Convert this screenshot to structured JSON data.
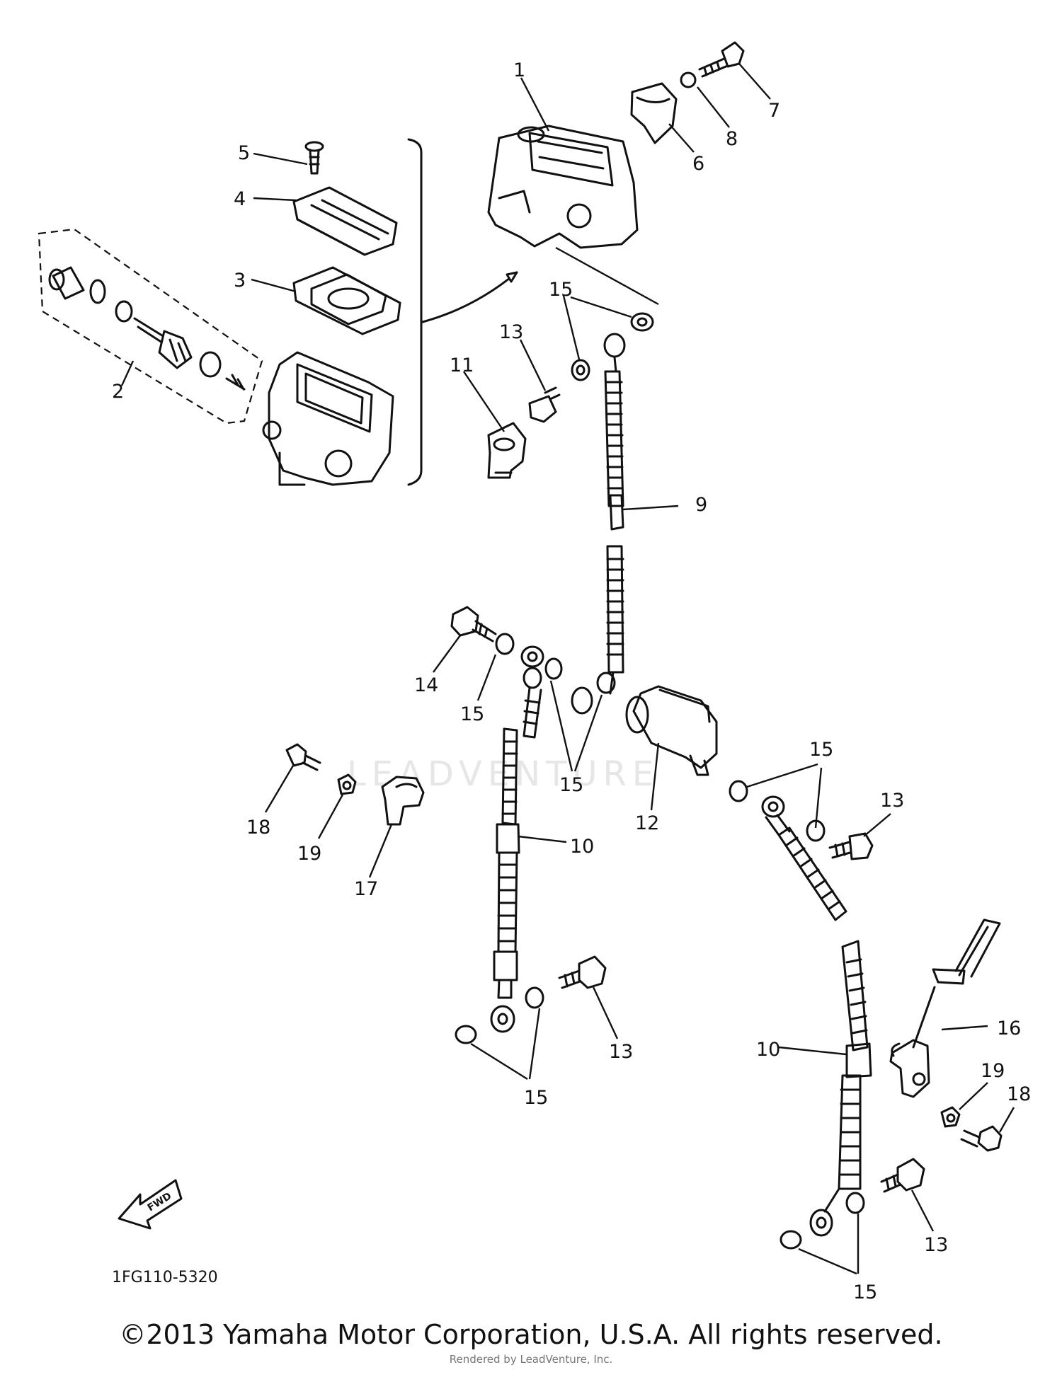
{
  "diagram": {
    "watermark": "LEADVENTURE",
    "code": "1FG110-5320",
    "fwd_label": "FWD",
    "callouts": {
      "c1": "1",
      "c2": "2",
      "c3": "3",
      "c4": "4",
      "c5": "5",
      "c6": "6",
      "c7": "7",
      "c8": "8",
      "c9": "9",
      "c10a": "10",
      "c10b": "10",
      "c11": "11",
      "c12": "12",
      "c13a": "13",
      "c13b": "13",
      "c13c": "13",
      "c13d": "13",
      "c14": "14",
      "c15a": "15",
      "c15b": "15",
      "c15c": "15",
      "c15d": "15",
      "c15e": "15",
      "c15f": "15",
      "c16": "16",
      "c17": "17",
      "c18a": "18",
      "c18b": "18",
      "c19a": "19",
      "c19b": "19"
    }
  },
  "footer": {
    "copyright": "©2013 Yamaha Motor Corporation, U.S.A. All rights reserved.",
    "rendered_by": "Rendered by LeadVenture, Inc."
  }
}
